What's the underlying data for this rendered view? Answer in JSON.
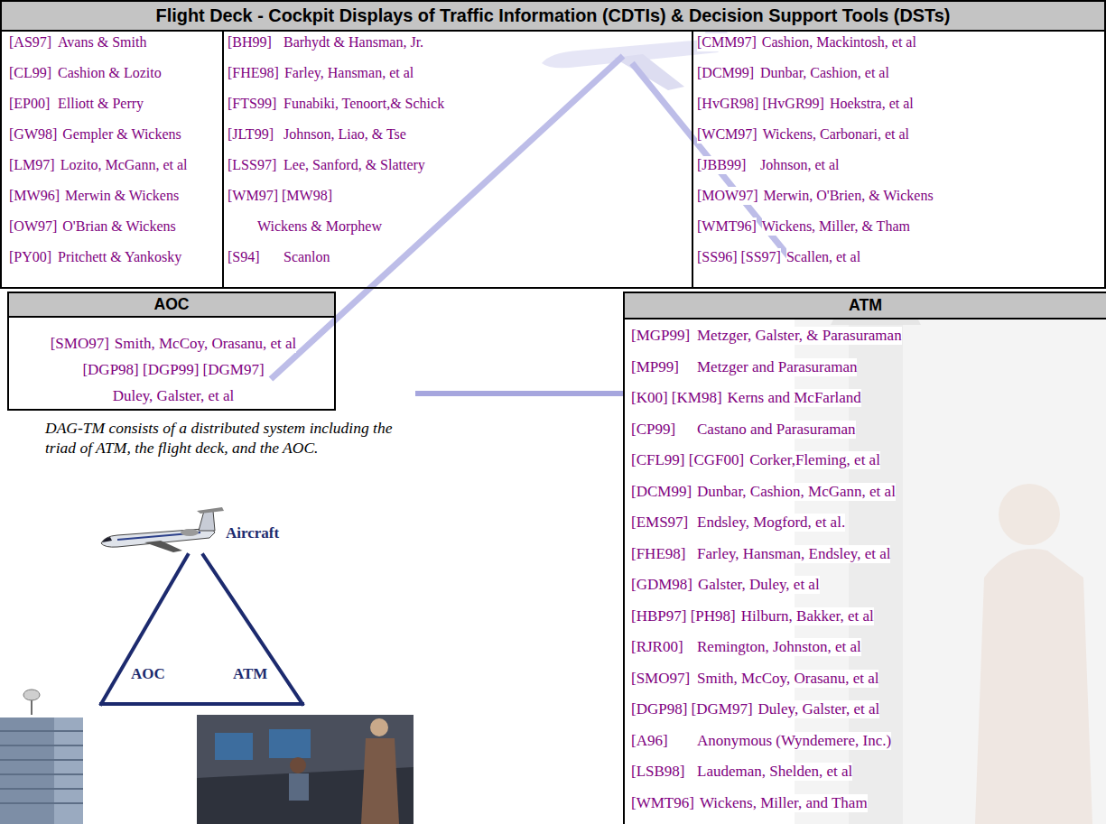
{
  "diagram": {
    "caption": "DAG-TM consists of a distributed system including the triad of ATM, the flight deck, and the AOC.",
    "nodes": [
      {
        "text": [
          "Flight Deck - Cockpit Displays of Traffic Information (CDTIs) & Decision Support Tools (DSTs)",
          "[AS97]",
          "Avans & Smith",
          "[CL99]",
          "Cashion & Lozito",
          "[EP00]",
          "Elliott & Perry",
          "[GW98]",
          "Gempler & Wickens",
          "[LM97]",
          "Lozito, McGann, et al",
          "[MW96]",
          "Merwin & Wickens",
          "[OW97]",
          "O'Brian & Wickens",
          "[PY00]",
          "Pritchett & Yankosky",
          "[BH99]",
          "Barhydt & Hansman, Jr.",
          "[FHE98]",
          "Farley, Hansman, et al",
          "[FTS99]",
          "Funabiki, Tenoort,& Schick",
          "[JLT99]",
          "Johnson, Liao, & Tse",
          "[LSS97]",
          "Lee, Sanford, & Slattery",
          "[WM97] [MW98]",
          "Wickens & Morphew",
          "[S94]",
          "Scanlon",
          "[CMM97]",
          "Cashion, Mackintosh, et al",
          "[DCM99]",
          "Dunbar, Cashion, et al",
          "[HvGR98] [HvGR99]",
          "Hoekstra, et al",
          "[WCM97]",
          "Wickens, Carbonari, et al",
          "[JBB99]",
          "Johnson, et al",
          "[MOW97]",
          "Merwin, O'Brien, & Wickens",
          "[WMT96]",
          "Wickens, Miller, & Tham",
          "[SS96] [SS97]",
          "Scallen, et al"
        ]
      },
      {
        "text": [
          "AOC",
          "[SMO97]",
          "Smith, McCoy, Orasanu, et al",
          "[DGP98] [DGP99] [DGM97]",
          "Duley, Galster, et al"
        ]
      },
      {
        "text": [
          "ATM",
          "[MGP99]",
          "Metzger, Galster, & Parasuraman",
          "[MP99]",
          "Metzger and Parasuraman",
          "[K00] [KM98]",
          "Kerns and McFarland",
          "[CP99]",
          "Castano and Parasuraman",
          "[CFL99] [CGF00]",
          "Corker,Fleming, et al",
          "[DCM99]",
          "Dunbar, Cashion, McGann, et al",
          "[EMS97]",
          "Endsley, Mogford, et al.",
          "[FHE98]",
          "Farley, Hansman, Endsley, et al",
          "[GDM98]",
          "Galster, Duley, et al",
          "[HBP97] [PH98]",
          "Hilburn, Bakker, et al",
          "[RJR00]",
          "Remington, Johnston, et al",
          "[SMO97]",
          "Smith, McCoy, Orasanu, et al",
          "[DGP98] [DGM97]",
          "Duley, Galster, et al",
          "[A96]",
          "Anonymous (Wyndemere, Inc.)",
          "[LSB98]",
          "Laudeman, Shelden, et al",
          "[WMT96]",
          "Wickens, Miller, and Tham"
        ]
      },
      {
        "text": [
          "Aircraft"
        ]
      },
      {
        "text": [
          "AOC"
        ]
      },
      {
        "text": [
          "ATM"
        ]
      }
    ],
    "edges": [
      {
        "from": 3,
        "to": 4,
        "arrow": "none"
      },
      {
        "from": 3,
        "to": 5,
        "arrow": "none"
      },
      {
        "from": 4,
        "to": 5,
        "arrow": "none"
      }
    ]
  }
}
